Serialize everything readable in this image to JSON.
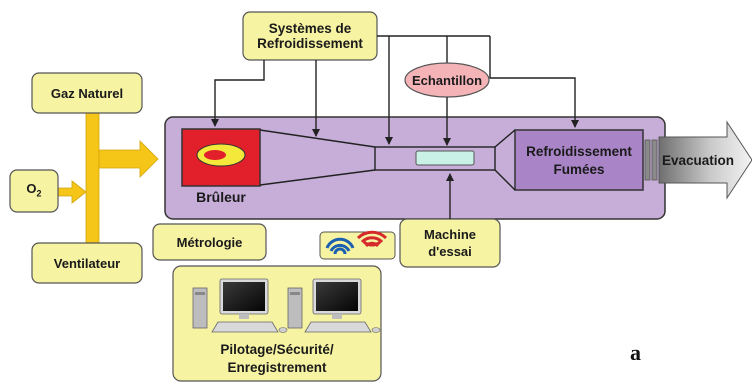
{
  "labels": {
    "cooling_systems_line1": "Systèmes de",
    "cooling_systems_line2": "Refroidissement",
    "sample": "Echantillon",
    "natural_gas": "Gaz Naturel",
    "oxygen_main": "O",
    "oxygen_sub": "2",
    "fan": "Ventilateur",
    "burner": "Brûleur",
    "flue_cooling_line1": "Refroidissement",
    "flue_cooling_line2": "Fumées",
    "evacuation": "Evacuation",
    "metrology": "Métrologie",
    "test_machine_line1": "Machine",
    "test_machine_line2": "d'essai",
    "control_line1": "Pilotage/Sécurité/",
    "control_line2": "Enregistrement",
    "figure_letter": "a"
  },
  "colors": {
    "yellow_box": "#f6f3a3",
    "purple_chamber": "#c7aed8",
    "purple_cooler": "#a985c7",
    "burner_red": "#e2202c",
    "flame_yellow": "#f4e83a",
    "sample_pink": "#f4b4b7",
    "supply_arrow": "#f5c518",
    "evacuation_gray": "#9a9a9a",
    "wireless_blue": "#1b5fb0",
    "wireless_red": "#d52a2a",
    "specimen_mint": "#c9f1e6"
  },
  "icons": [
    "wireless-signal-icon",
    "computer-workstation-icon"
  ]
}
